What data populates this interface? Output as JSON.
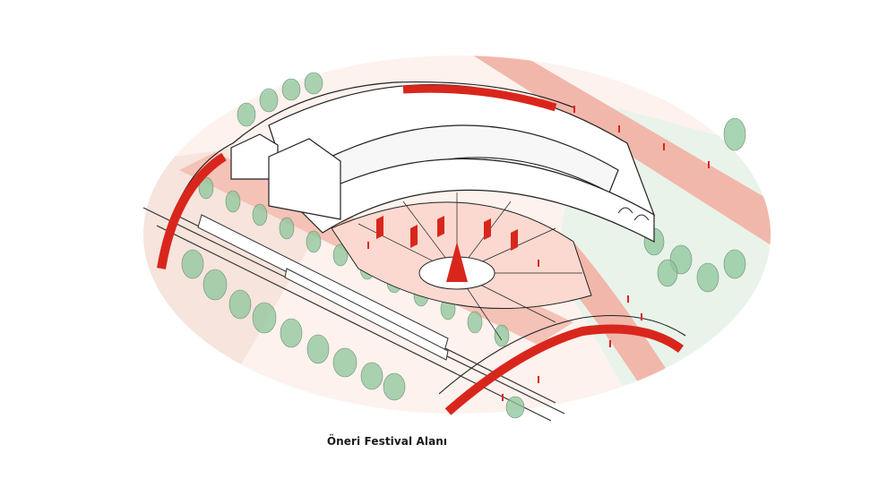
{
  "caption": "Öneri Festival Alanı",
  "colors": {
    "ground": "#fbe3dc",
    "path_pink": "#f2b7ab",
    "lawn": "#e6f1e6",
    "tree": "#8cc59a",
    "tree_trunk": "#6e6e6e",
    "accent_red": "#d9261c",
    "ink": "#222222"
  },
  "illustration": {
    "subject": "axonometric sketch of a railway roundhouse with turntable",
    "icons": [
      "roundhouse",
      "turntable",
      "red-cone-sculpture",
      "elevated-walkway",
      "train-cars",
      "trees"
    ]
  }
}
